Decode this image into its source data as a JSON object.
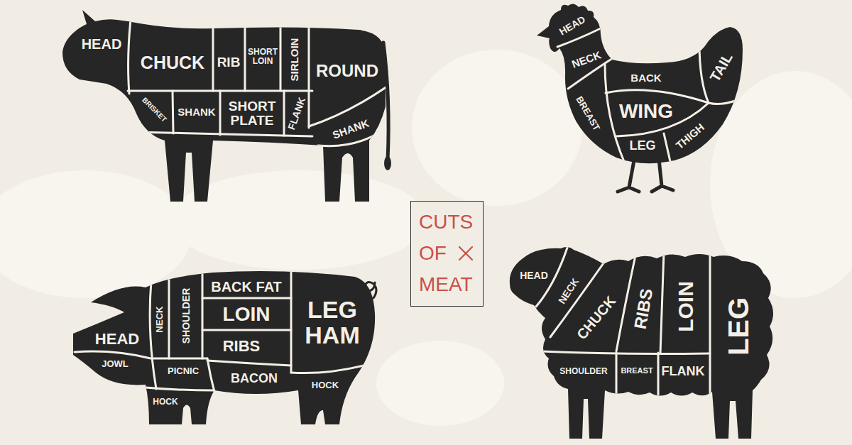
{
  "diagram": {
    "title": "CUTS OF MEAT",
    "labels": [
      "HEAD",
      "CHUCK",
      "RIB",
      "SHORT LOIN",
      "SIRLOIN",
      "ROUND",
      "BRISKET",
      "SHANK",
      "SHORT PLATE",
      "FLANK",
      "SHANK",
      "HEAD",
      "NECK",
      "BACK",
      "TAIL",
      "WING",
      "BREAST",
      "LEG",
      "THIGH",
      "HEAD",
      "NECK",
      "SHOULDER",
      "BACK FAT",
      "LOIN",
      "LEG HAM",
      "JOWL",
      "PICNIC",
      "RIBS",
      "BACON",
      "HOCK",
      "HOCK",
      "HEAD",
      "NECK",
      "CHUCK",
      "RIBS",
      "LOIN",
      "LEG",
      "SHOULDER",
      "BREAST",
      "FLANK"
    ]
  }
}
